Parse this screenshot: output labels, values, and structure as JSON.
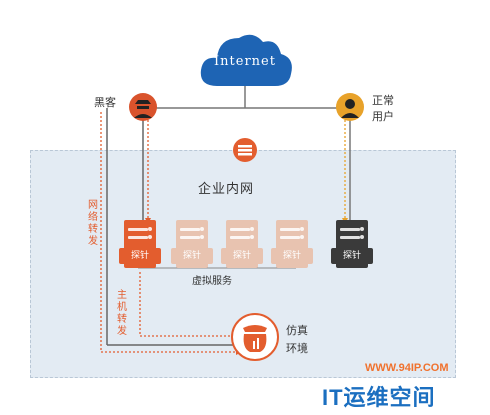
{
  "internet": {
    "label": "Internet"
  },
  "actors": {
    "hacker": "黑客",
    "normal_user_line1": "正常",
    "normal_user_line2": "用户"
  },
  "enterprise": {
    "title": "企业内网"
  },
  "probe_tag": "探针",
  "virtual_services": "虚拟服务",
  "honeypot": {
    "line1": "仿真",
    "line2": "环境"
  },
  "flows": {
    "network_hijack": [
      "网",
      "络",
      "转",
      "发"
    ],
    "host_hijack": [
      "主",
      "机",
      "转",
      "发"
    ]
  },
  "watermark": {
    "url": "WWW.94IP.COM",
    "brand": "IT运维空间"
  },
  "colors": {
    "cloud": "#1e64b4",
    "hacker": "#d9532c",
    "user": "#e8a22a",
    "orange_server": "#e35d2e",
    "faded_server": "#e8c3b0",
    "dark_server": "#3a3a3a",
    "honeypot_ring": "#e35d2e"
  }
}
